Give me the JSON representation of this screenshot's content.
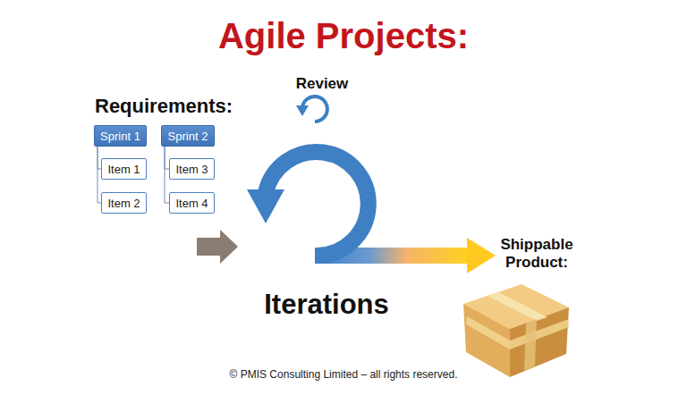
{
  "diagram": {
    "title": "Agile Projects:",
    "nodes": [
      {
        "text": [
          "Sprint 1"
        ]
      },
      {
        "text": [
          "Item 1"
        ]
      },
      {
        "text": [
          "Item 2"
        ]
      },
      {
        "text": [
          "Sprint 2"
        ]
      },
      {
        "text": [
          "Item 3"
        ]
      },
      {
        "text": [
          "Item 4"
        ]
      }
    ],
    "edges": [
      {
        "from": 0,
        "to": 1,
        "arrow": "none"
      },
      {
        "from": 0,
        "to": 2,
        "arrow": "none"
      },
      {
        "from": 3,
        "to": 4,
        "arrow": "none"
      },
      {
        "from": 3,
        "to": 5,
        "arrow": "none"
      }
    ],
    "labels": [
      "Requirements:",
      "Review",
      "Iterations",
      "Shippable Product:",
      "© PMIS Consulting Limited – all rights reserved."
    ]
  }
}
